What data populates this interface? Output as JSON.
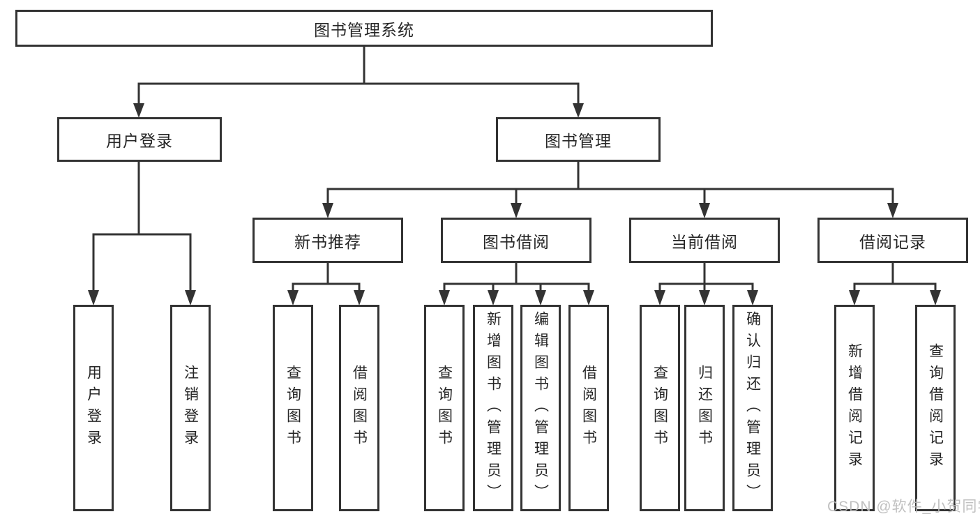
{
  "diagram_type": "hierarchy-tree",
  "colors": {
    "line": "#333333",
    "node_border": "#333333",
    "node_text": "#262626",
    "background": "#ffffff",
    "watermark_text_color": "#bbbbbb"
  },
  "tree": {
    "label": "图书管理系统",
    "children": [
      {
        "label": "用户登录",
        "children": [
          {
            "label": "用户登录"
          },
          {
            "label": "注销登录"
          }
        ]
      },
      {
        "label": "图书管理",
        "children": [
          {
            "label": "新书推荐",
            "children": [
              {
                "label": "查询图书"
              },
              {
                "label": "借阅图书"
              }
            ]
          },
          {
            "label": "图书借阅",
            "children": [
              {
                "label": "查询图书"
              },
              {
                "label": "新增图书（管理员）"
              },
              {
                "label": "编辑图书（管理员）"
              },
              {
                "label": "借阅图书"
              }
            ]
          },
          {
            "label": "当前借阅",
            "children": [
              {
                "label": "查询图书"
              },
              {
                "label": "归还图书"
              },
              {
                "label": "确认归还（管理员）"
              }
            ]
          },
          {
            "label": "借阅记录",
            "children": [
              {
                "label": "新增借阅记录"
              },
              {
                "label": "查询借阅记录"
              }
            ]
          }
        ]
      }
    ]
  },
  "watermark": {
    "text": "CSDN @软件_小贺同学"
  }
}
